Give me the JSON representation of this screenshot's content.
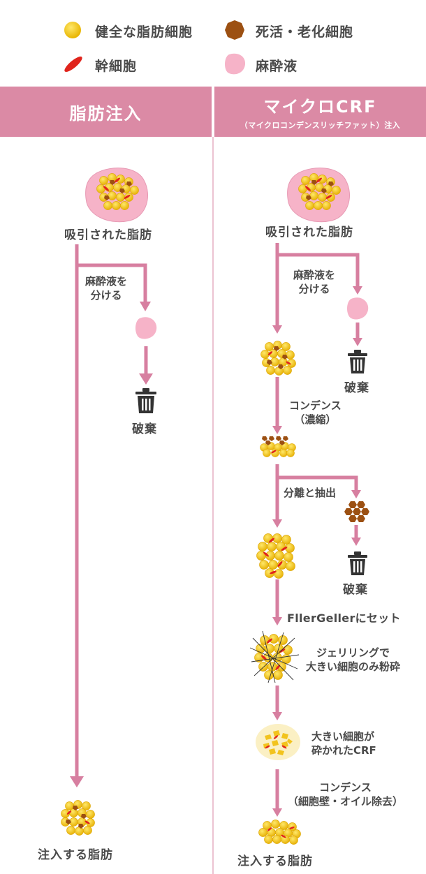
{
  "legend": {
    "healthy_fat": "健全な脂肪細胞",
    "dead_aged": "死活・老化細胞",
    "stem": "幹細胞",
    "anesthetic": "麻酔液"
  },
  "columns": {
    "left": {
      "title": "脂肪注入"
    },
    "right": {
      "title": "マイクロCRF",
      "subtitle": "（マイクロコンデンスリッチファット）注入"
    }
  },
  "left_flow": {
    "start": "吸引された脂肪",
    "separate_line1": "麻酔液を",
    "separate_line2": "分ける",
    "discard": "破棄",
    "end": "注入する脂肪"
  },
  "right_flow": {
    "start": "吸引された脂肪",
    "separate_line1": "麻酔液を",
    "separate_line2": "分ける",
    "discard1": "破棄",
    "condense_line1": "コンデンス",
    "condense_line2": "（濃縮）",
    "extract": "分離と抽出",
    "discard2": "破棄",
    "set": "FllerGellerにセット",
    "gel_line1": "ジェリリングで",
    "gel_line2": "大きい細胞のみ粉砕",
    "crushed_line1": "大きい細胞が",
    "crushed_line2": "砕かれたCRF",
    "condense2_line1": "コンデンス",
    "condense2_line2": "（細胞壁・オイル除去）",
    "end": "注入する脂肪"
  },
  "colors": {
    "header": "#db8aa5",
    "arrow": "#d77fa0",
    "fat": "#f2c31d",
    "dead": "#9c5012",
    "stem": "#e0241c",
    "anesthetic": "#f6b3c8",
    "trash": "#333333"
  }
}
